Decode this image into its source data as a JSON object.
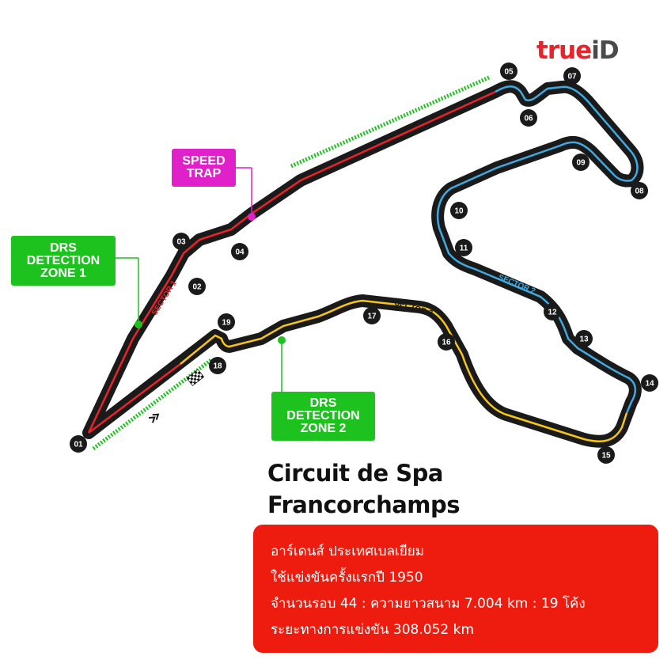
{
  "brand": {
    "logo_part1": "true",
    "logo_part2": "iD"
  },
  "title": {
    "line1": "Circuit de Spa",
    "line2": "Francorchamps"
  },
  "callouts": {
    "speed_trap": "SPEED\nTRAP",
    "drs_zone_1": "DRS\nDETECTION\nZONE 1",
    "drs_zone_2": "DRS\nDETECTION\nZONE 2"
  },
  "sectors": {
    "sector1": {
      "label": "SECTOR 1",
      "color": "#e8232a"
    },
    "sector2": {
      "label": "SECTOR 2",
      "color": "#3fa9e0"
    },
    "sector3": {
      "label": "SECTOR 3",
      "color": "#f5c518"
    }
  },
  "corners": [
    "01",
    "02",
    "03",
    "04",
    "05",
    "06",
    "07",
    "08",
    "09",
    "10",
    "11",
    "12",
    "13",
    "14",
    "15",
    "16",
    "17",
    "18",
    "19"
  ],
  "info": {
    "line1": "อาร์เดนส์ ประเทศเบลเยียม",
    "line2": "ใช้แข่งขันครั้งแรกปี 1950",
    "line3": "จำนวนรอบ 44 : ความยาวสนาม 7.004 km : 19 โค้ง",
    "line4": "ระยะทางการแข่งขัน 308.052 km"
  },
  "colors": {
    "track": "#1a1a1a",
    "drs_green": "#1ec21e",
    "speed_magenta": "#e020c8",
    "info_red": "#ed1c0e"
  }
}
